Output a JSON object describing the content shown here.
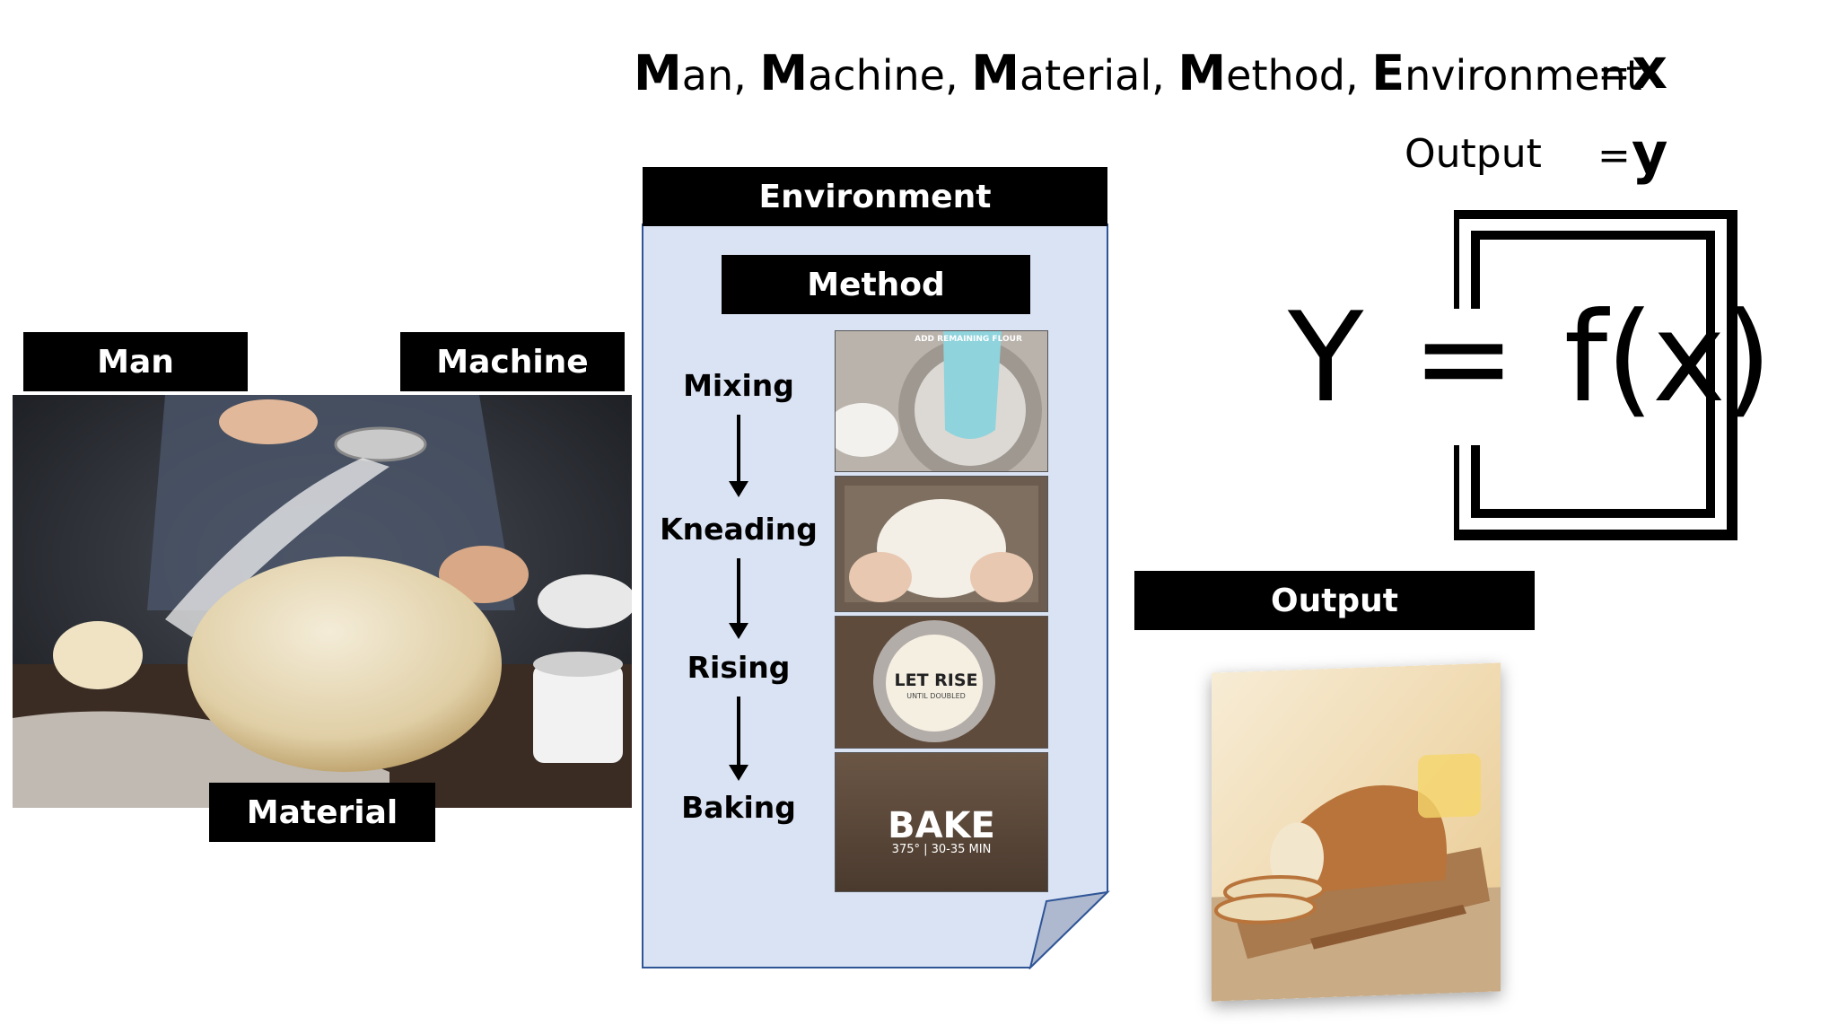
{
  "header": {
    "inputs_segments": [
      {
        "initial": "M",
        "rest": "an, "
      },
      {
        "initial": "M",
        "rest": "achine, "
      },
      {
        "initial": "M",
        "rest": "aterial, "
      },
      {
        "initial": "M",
        "rest": "ethod, "
      },
      {
        "initial": "E",
        "rest": "nvironment"
      }
    ],
    "x_eq": "=",
    "x_var": "x",
    "output_label": "Output",
    "y_eq": "=",
    "y_var": "y"
  },
  "labels": {
    "man": "Man",
    "machine": "Machine",
    "material": "Material",
    "environment": "Environment",
    "method": "Method",
    "output": "Output"
  },
  "method_steps": [
    "Mixing",
    "Kneading",
    "Rising",
    "Baking"
  ],
  "thumbnails": {
    "mixing_caption": "ADD REMAINING FLOUR",
    "rising_title": "LET RISE",
    "rising_sub": "UNTIL DOUBLED",
    "baking_title": "BAKE",
    "baking_sub": "375° | 30-35 MIN"
  },
  "formula": {
    "lhs": "Y",
    "eq": "=",
    "rhs": "f(x)"
  },
  "colors": {
    "document_fill": "#dae3f3",
    "document_border": "#2f5597",
    "tag_bg": "#000000"
  }
}
